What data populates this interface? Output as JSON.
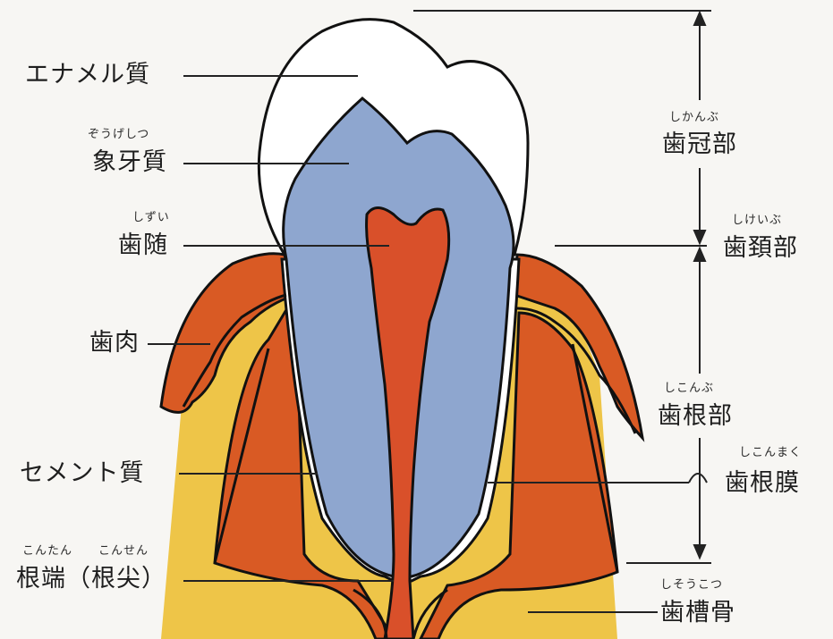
{
  "left_labels": {
    "enamel": "エナメル質",
    "dentin_ruby": "ぞうげしつ",
    "dentin": "象牙質",
    "pulp_ruby": "しずい",
    "pulp": "歯随",
    "gum": "歯肉",
    "cementum": "セメント質",
    "apex_ruby_1": "こんたん",
    "apex_ruby_2": "こんせん",
    "apex": "根端（根尖）"
  },
  "right_labels": {
    "crown_ruby": "しかんぶ",
    "crown": "歯冠部",
    "neck_ruby": "しけいぶ",
    "neck": "歯頚部",
    "root_ruby": "しこんぶ",
    "root": "歯根部",
    "ligament_ruby": "しこんまく",
    "ligament": "歯根膜",
    "bone_ruby": "しそうこつ",
    "bone": "歯槽骨"
  },
  "colors": {
    "enamel": "#ffffff",
    "dentin": "#8ea6cf",
    "pulp": "#d9502a",
    "gum": "#d95a24",
    "bone": "#eec548",
    "outline": "#111111"
  }
}
